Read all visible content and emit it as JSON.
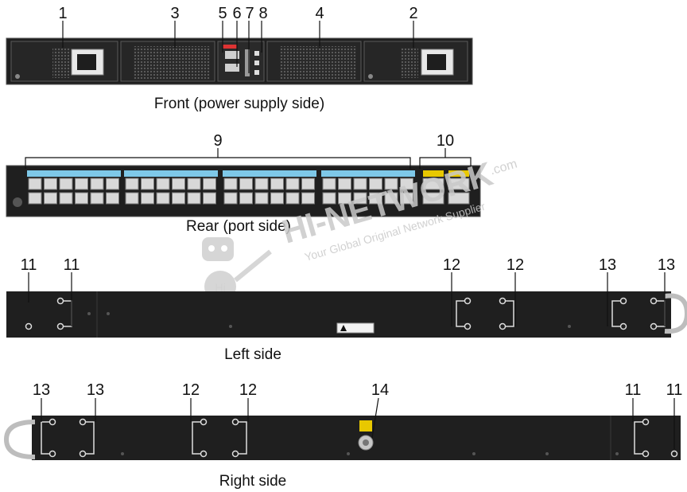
{
  "captions": {
    "front": "Front (power supply side)",
    "rear": "Rear (port side)",
    "left": "Left side",
    "right": "Right side"
  },
  "callouts": {
    "front": [
      "1",
      "3",
      "5",
      "6",
      "7",
      "8",
      "4",
      "2"
    ],
    "rear": [
      "9",
      "10"
    ],
    "left": [
      "11",
      "11",
      "12",
      "12",
      "13",
      "13"
    ],
    "right": [
      "13",
      "13",
      "12",
      "12",
      "14",
      "11",
      "11"
    ]
  },
  "watermark": {
    "brand": "HI-NETWORK",
    "suffix": ".com",
    "tagline": "Your Global Original Network Supplier",
    "badge": "Hi"
  },
  "colors": {
    "chassis": "#2b2b2b",
    "port_band": "#7ec8e8",
    "warning_label": "#e8c800"
  }
}
